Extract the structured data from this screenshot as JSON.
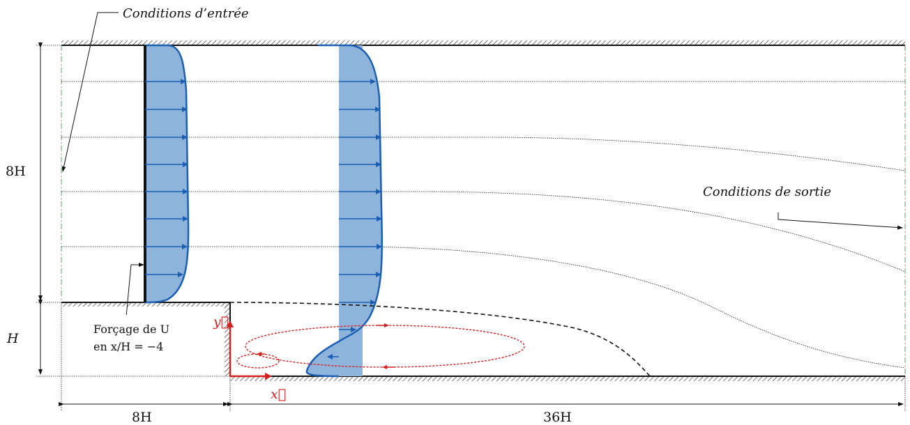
{
  "labels": {
    "inlet": "Conditions d’entrée",
    "outlet": "Conditions de sortie",
    "height_channel": "8H",
    "height_step": "H",
    "length_upstream": "8H",
    "length_downstream": "36H",
    "forcing_line1": "Forçage de U",
    "forcing_line2": "en x/H = −4",
    "axis_y": "y⃗",
    "axis_x": "x⃗"
  },
  "colors": {
    "profile_fill": "#8fb4dc",
    "profile_stroke": "#1a5fb4",
    "recirculation": "#d42020",
    "boundary_dashdot": "#5aa65a",
    "ink": "#111111"
  },
  "icons": {
    "velocity_vector": "arrow-right",
    "axis_vector": "arrow"
  }
}
